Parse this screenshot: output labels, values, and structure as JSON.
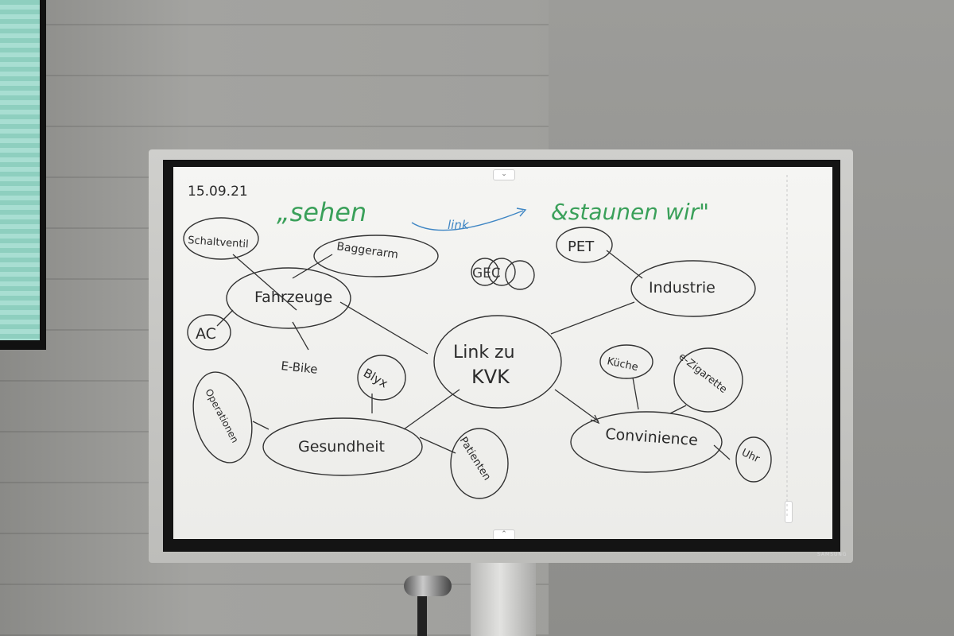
{
  "whiteboard": {
    "date": "15.09.21",
    "title_left": "„sehen",
    "arrow_label": "link",
    "title_right": "&staunen wir\"",
    "center": [
      "Link zu",
      "KVK"
    ],
    "nodes": {
      "fahrzeuge": "Fahrzeuge",
      "schaltventil": "Schaltventil",
      "baggerarm": "Baggerarm",
      "ac": "AC",
      "ebike": "E-Bike",
      "gesundheit": "Gesundheit",
      "operationen": "Operationen",
      "blyx": "Blyx",
      "patienten": "Patienten",
      "pet": "PET",
      "industrie": "Industrie",
      "convinience": "Convinience",
      "kueche": "Küche",
      "ezigarette": "e-Zigarette",
      "uhr": "Uhr",
      "logo": "GEC"
    }
  },
  "hardware": {
    "brand": "SAMSUNG"
  },
  "colors": {
    "ink": "#2b2b2b",
    "green": "#3aa05a",
    "blue": "#3f86c4"
  }
}
